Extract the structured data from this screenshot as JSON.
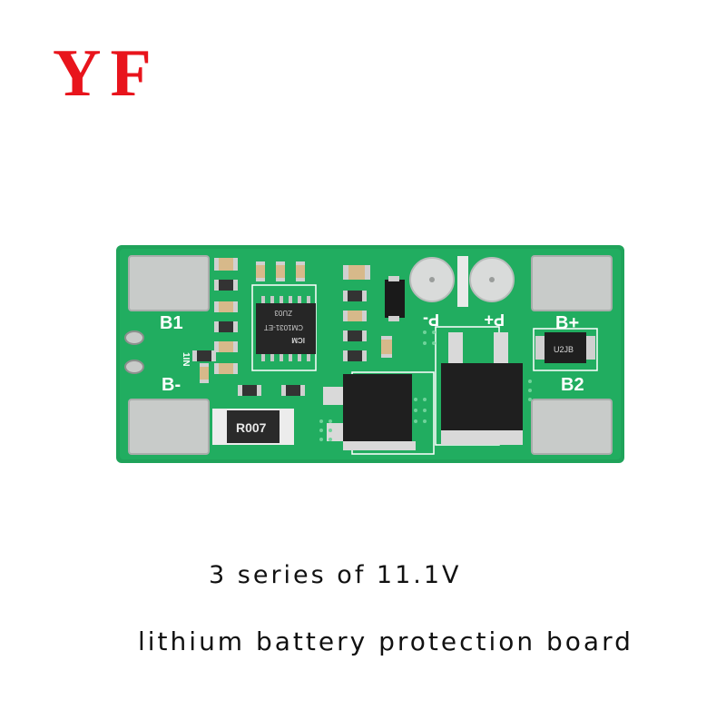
{
  "logo": {
    "text": "YF",
    "color": "#e8141c"
  },
  "caption": {
    "line1": "3 series of 11.1V",
    "line2": "lithium battery protection board"
  },
  "board": {
    "pcb_color": "#1fa35a",
    "silkscreen": {
      "b1": "B1",
      "b_minus": "B-",
      "b_plus": "B+",
      "b2": "B2",
      "p_minus": "P-",
      "p_plus": "P+",
      "one_in": "1IN"
    },
    "chips": {
      "ic_top": "CM1031-ET",
      "ic_bottom": "ZU03",
      "ic_brand": "ICM",
      "resistor": "R007",
      "diode": "U2JB"
    }
  }
}
